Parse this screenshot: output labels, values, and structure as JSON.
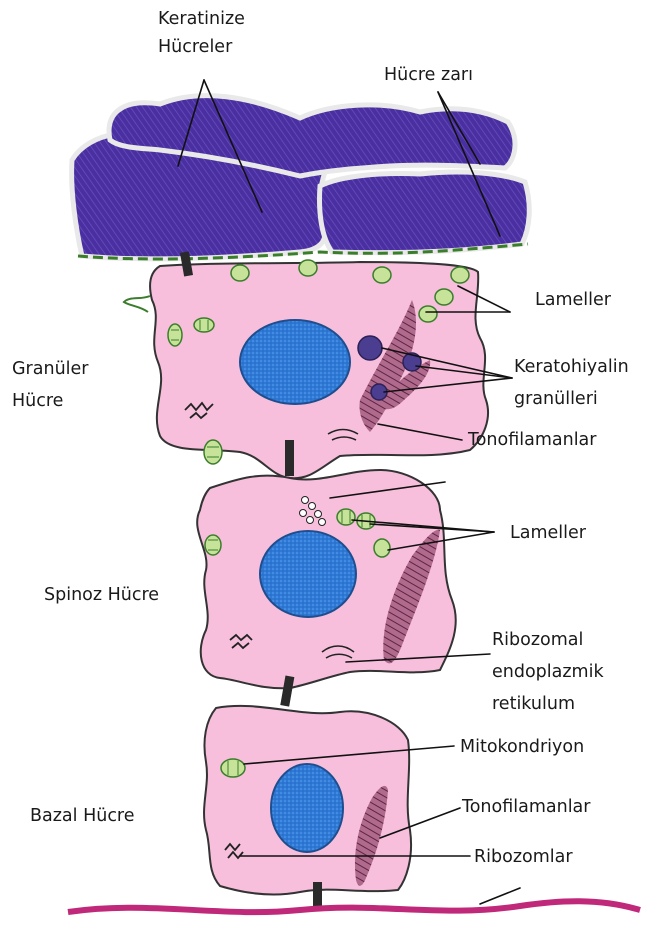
{
  "labels": {
    "keratinized_line1": "Keratinize",
    "keratinized_line2": "Hücreler",
    "cell_membrane": "Hücre zarı",
    "lamellae_top": "Lameller",
    "keratohyalin_line1": "Keratohiyalin",
    "keratohyalin_line2": "granülleri",
    "tonofilaments_top": "Tonofilamanlar",
    "granular_line1": "Granüler",
    "granular_line2": "Hücre",
    "lamellae_mid": "Lameller",
    "spinous_cell": "Spinoz Hücre",
    "rer_line1": "Ribozomal",
    "rer_line2": "endoplazmik",
    "rer_line3": "retikulum",
    "mitochondria": "Mitokondriyon",
    "basal_cell": "Bazal Hücre",
    "tonofilaments_bottom": "Tonofilamanlar",
    "ribosomes": "Ribozomlar"
  },
  "colors": {
    "keratin": "#4a2fa0",
    "keratin_stripe": "#6a52c2",
    "membrane": "#e9e9e9",
    "cytoplasm": "#f7bfdc",
    "cell_outline": "#333333",
    "nucleus": "#2f79d6",
    "nucleus_stipple": "#5aa3ef",
    "mitochondria": "#c7e39a",
    "granule": "#4b3d8f",
    "tonofilament": "#7a3b5e",
    "desmosome": "#2a2a2a",
    "basement": "#c0287a",
    "green_edge": "#3a7d2a"
  }
}
